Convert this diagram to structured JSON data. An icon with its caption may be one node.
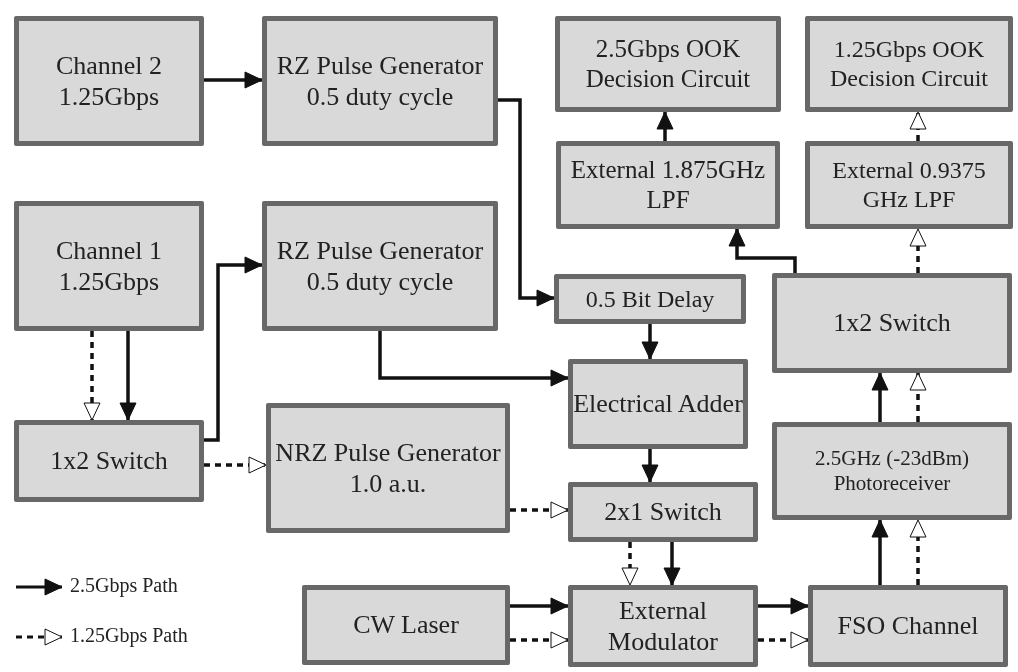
{
  "diagram": {
    "nodes": [
      {
        "text": [
          "Channel 2 1.25Gbps"
        ]
      },
      {
        "text": [
          "RZ Pulse Generator 0.5 duty cycle"
        ]
      },
      {
        "text": [
          "2.5Gbps OOK Decision Circuit"
        ]
      },
      {
        "text": [
          "1.25Gbps OOK Decision Circuit"
        ]
      },
      {
        "text": [
          "Channel 1 1.25Gbps"
        ]
      },
      {
        "text": [
          "RZ Pulse Generator 0.5 duty cycle"
        ]
      },
      {
        "text": [
          "External 1.875GHz LPF"
        ]
      },
      {
        "text": [
          "External 0.9375 GHz LPF"
        ]
      },
      {
        "text": [
          "0.5 Bit Delay"
        ]
      },
      {
        "text": [
          "1x2 Switch"
        ]
      },
      {
        "text": [
          "Electrical Adder"
        ]
      },
      {
        "text": [
          "1x2 Switch"
        ]
      },
      {
        "text": [
          "NRZ Pulse Generator 1.0 a.u."
        ]
      },
      {
        "text": [
          "2.5GHz (-23dBm) Photoreceiver"
        ]
      },
      {
        "text": [
          "2x1 Switch"
        ]
      },
      {
        "text": [
          "CW Laser"
        ]
      },
      {
        "text": [
          "External Modulator"
        ]
      },
      {
        "text": [
          "FSO Channel"
        ]
      }
    ],
    "edges": [
      {
        "from": 0,
        "to": 1,
        "arrow": "to"
      },
      {
        "from": 1,
        "to": 8,
        "arrow": "to"
      },
      {
        "from": 4,
        "to": 11,
        "arrow": "to",
        "style": "dashed"
      },
      {
        "from": 4,
        "to": 11,
        "arrow": "to"
      },
      {
        "from": 11,
        "to": 5,
        "arrow": "to"
      },
      {
        "from": 11,
        "to": 12,
        "arrow": "to",
        "style": "dashed"
      },
      {
        "from": 5,
        "to": 10,
        "arrow": "to"
      },
      {
        "from": 8,
        "to": 10,
        "arrow": "to"
      },
      {
        "from": 10,
        "to": 14,
        "arrow": "to"
      },
      {
        "from": 12,
        "to": 14,
        "arrow": "to",
        "style": "dashed"
      },
      {
        "from": 14,
        "to": 16,
        "arrow": "to",
        "style": "dashed"
      },
      {
        "from": 14,
        "to": 16,
        "arrow": "to"
      },
      {
        "from": 15,
        "to": 16,
        "arrow": "to"
      },
      {
        "from": 15,
        "to": 16,
        "arrow": "to",
        "style": "dashed"
      },
      {
        "from": 16,
        "to": 17,
        "arrow": "to"
      },
      {
        "from": 16,
        "to": 17,
        "arrow": "to",
        "style": "dashed"
      },
      {
        "from": 17,
        "to": 13,
        "arrow": "to"
      },
      {
        "from": 17,
        "to": 13,
        "arrow": "to",
        "style": "dashed"
      },
      {
        "from": 13,
        "to": 9,
        "arrow": "to"
      },
      {
        "from": 13,
        "to": 9,
        "arrow": "to",
        "style": "dashed"
      },
      {
        "from": 9,
        "to": 6,
        "arrow": "to"
      },
      {
        "from": 9,
        "to": 7,
        "arrow": "to",
        "style": "dashed"
      },
      {
        "from": 6,
        "to": 2,
        "arrow": "to"
      },
      {
        "from": 7,
        "to": 3,
        "arrow": "to",
        "style": "dashed"
      }
    ],
    "legend": [
      {
        "text": "2.5Gbps Path"
      },
      {
        "text": "1.25Gbps Path"
      }
    ]
  }
}
